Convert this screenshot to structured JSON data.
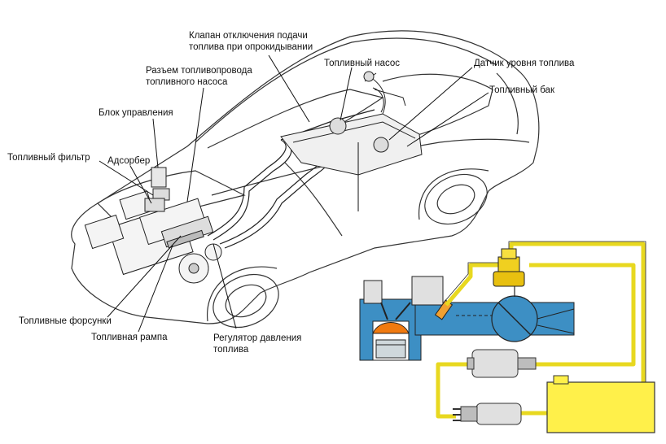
{
  "labels": {
    "rollover_valve_line1": "Клапан отключения подачи",
    "rollover_valve_line2": "топлива при опрокидывании",
    "pump_connector_line1": "Разъем топливопровода",
    "pump_connector_line2": "топливного насоса",
    "fuel_pump": "Топливный насос",
    "fuel_level_sensor": "Датчик уровня топлива",
    "fuel_tank": "Топливный бак",
    "control_unit": "Блок управления",
    "fuel_filter": "Топливный фильтр",
    "adsorber": "Адсорбер",
    "injectors": "Топливные форсунки",
    "fuel_rail": "Топливная рампа",
    "pressure_regulator_line1": "Регулятор давления",
    "pressure_regulator_line2": "топлива"
  },
  "colors": {
    "fuel_line_yellow": "#e8d820",
    "engine_blue": "#3d8fc4",
    "combustion_orange": "#f07a10",
    "tank_yellow": "#fff04a",
    "outline": "#222222"
  }
}
